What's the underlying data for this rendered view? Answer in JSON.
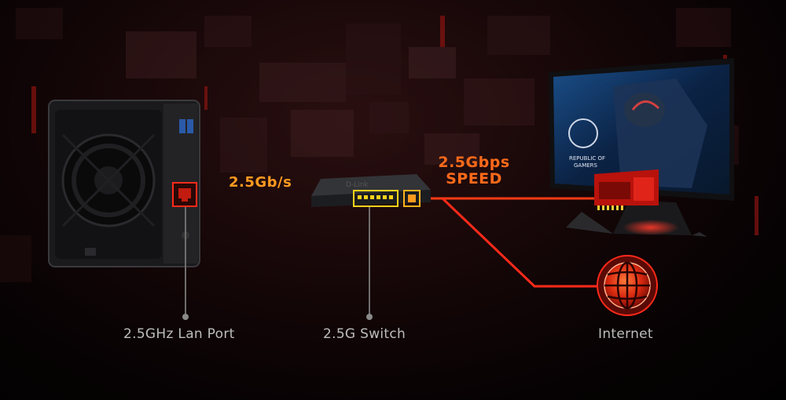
{
  "labels": {
    "lan_port": "2.5GHz Lan Port",
    "switch": "2.5G Switch",
    "internet": "Internet"
  },
  "speeds": {
    "link": "2.5Gb/s",
    "speed_top": "2.5Gbps",
    "speed_bottom": "SPEED"
  },
  "monitor_logo": {
    "line1": "REPUBLIC OF",
    "line2": "GAMERS"
  },
  "switch_brand": "D-Link",
  "colors": {
    "orange_line": "#ff8a1c",
    "red_line": "#ff2a1a",
    "yellow_highlight": "#ffd21a",
    "label_gray": "#bdbdbd"
  },
  "icons": [
    "nas-device-icon",
    "network-switch-icon",
    "monitor-icon",
    "globe-icon",
    "network-card-icon"
  ]
}
